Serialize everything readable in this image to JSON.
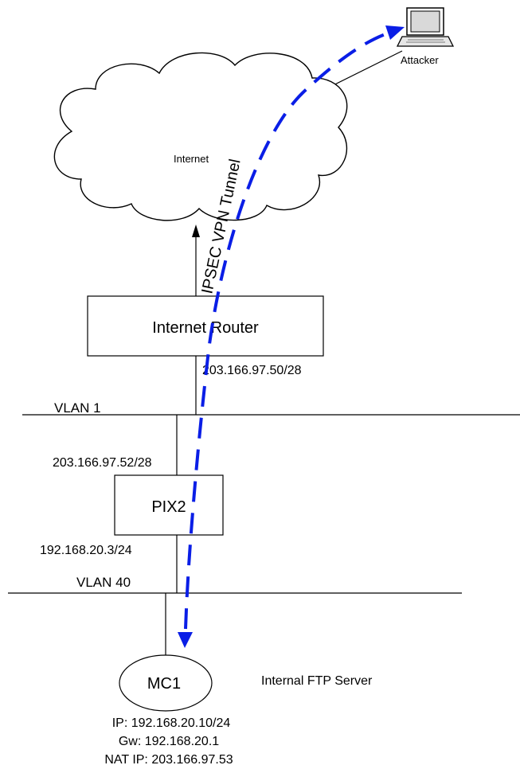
{
  "nodes": {
    "attacker": "Attacker",
    "internet": "Internet",
    "internet_router": "Internet Router",
    "pix": "PIX2",
    "server": "MC1"
  },
  "tunnel_label": "IPSEC VPN Tunnel",
  "networks": {
    "vlan1": "VLAN 1",
    "vlan40": "VLAN 40"
  },
  "addresses": {
    "router_ip": "203.166.97.50/28",
    "pix_outside_ip": "203.166.97.52/28",
    "pix_inside_ip": "192.168.20.3/24"
  },
  "server_info": {
    "description": "Internal  FTP Server",
    "ip": "IP: 192.168.20.10/24",
    "gw": "Gw: 192.168.20.1",
    "nat_ip": "NAT IP: 203.166.97.53"
  },
  "colors": {
    "tunnel": "#0a1ee6",
    "lines": "#000000"
  }
}
